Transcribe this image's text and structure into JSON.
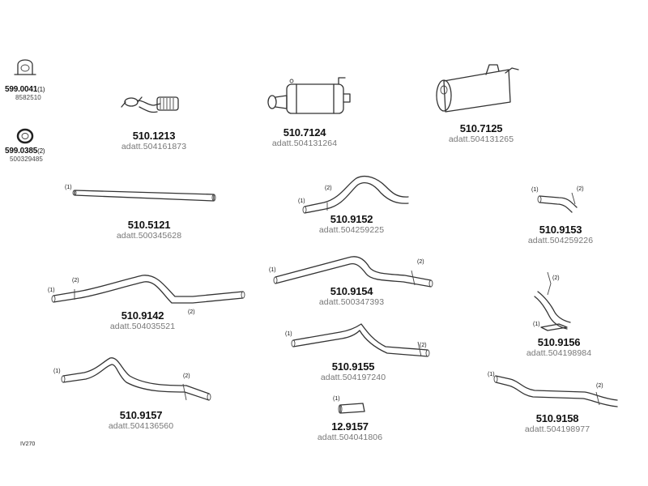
{
  "parts": [
    {
      "id": "p1",
      "pn": "599.0041",
      "qty": "(1)",
      "ref": "8582510"
    },
    {
      "id": "p2",
      "pn": "599.0385",
      "qty": "(2)",
      "ref": "500329485"
    },
    {
      "id": "p3",
      "pn": "510.1213",
      "ref": "adatt.504161873"
    },
    {
      "id": "p4",
      "pn": "510.7124",
      "ref": "adatt.504131264"
    },
    {
      "id": "p5",
      "pn": "510.7125",
      "ref": "adatt.504131265"
    },
    {
      "id": "p6",
      "pn": "510.5121",
      "ref": "adatt.500345628"
    },
    {
      "id": "p7",
      "pn": "510.9152",
      "ref": "adatt.504259225"
    },
    {
      "id": "p8",
      "pn": "510.9153",
      "ref": "adatt.504259226"
    },
    {
      "id": "p9",
      "pn": "510.9142",
      "ref": "adatt.504035521"
    },
    {
      "id": "p10",
      "pn": "510.9154",
      "ref": "adatt.500347393"
    },
    {
      "id": "p11",
      "pn": "510.9156",
      "ref": "adatt.504198984"
    },
    {
      "id": "p12",
      "pn": "510.9155",
      "ref": "adatt.504197240"
    },
    {
      "id": "p13",
      "pn": "510.9157",
      "ref": "adatt.504136560"
    },
    {
      "id": "p14",
      "pn": "12.9157",
      "ref": "adatt.504041806"
    },
    {
      "id": "p15",
      "pn": "510.9158",
      "ref": "adatt.504198977"
    }
  ],
  "callouts": {
    "one": "(1)",
    "two": "(2)"
  },
  "diagram_code": "IV270"
}
